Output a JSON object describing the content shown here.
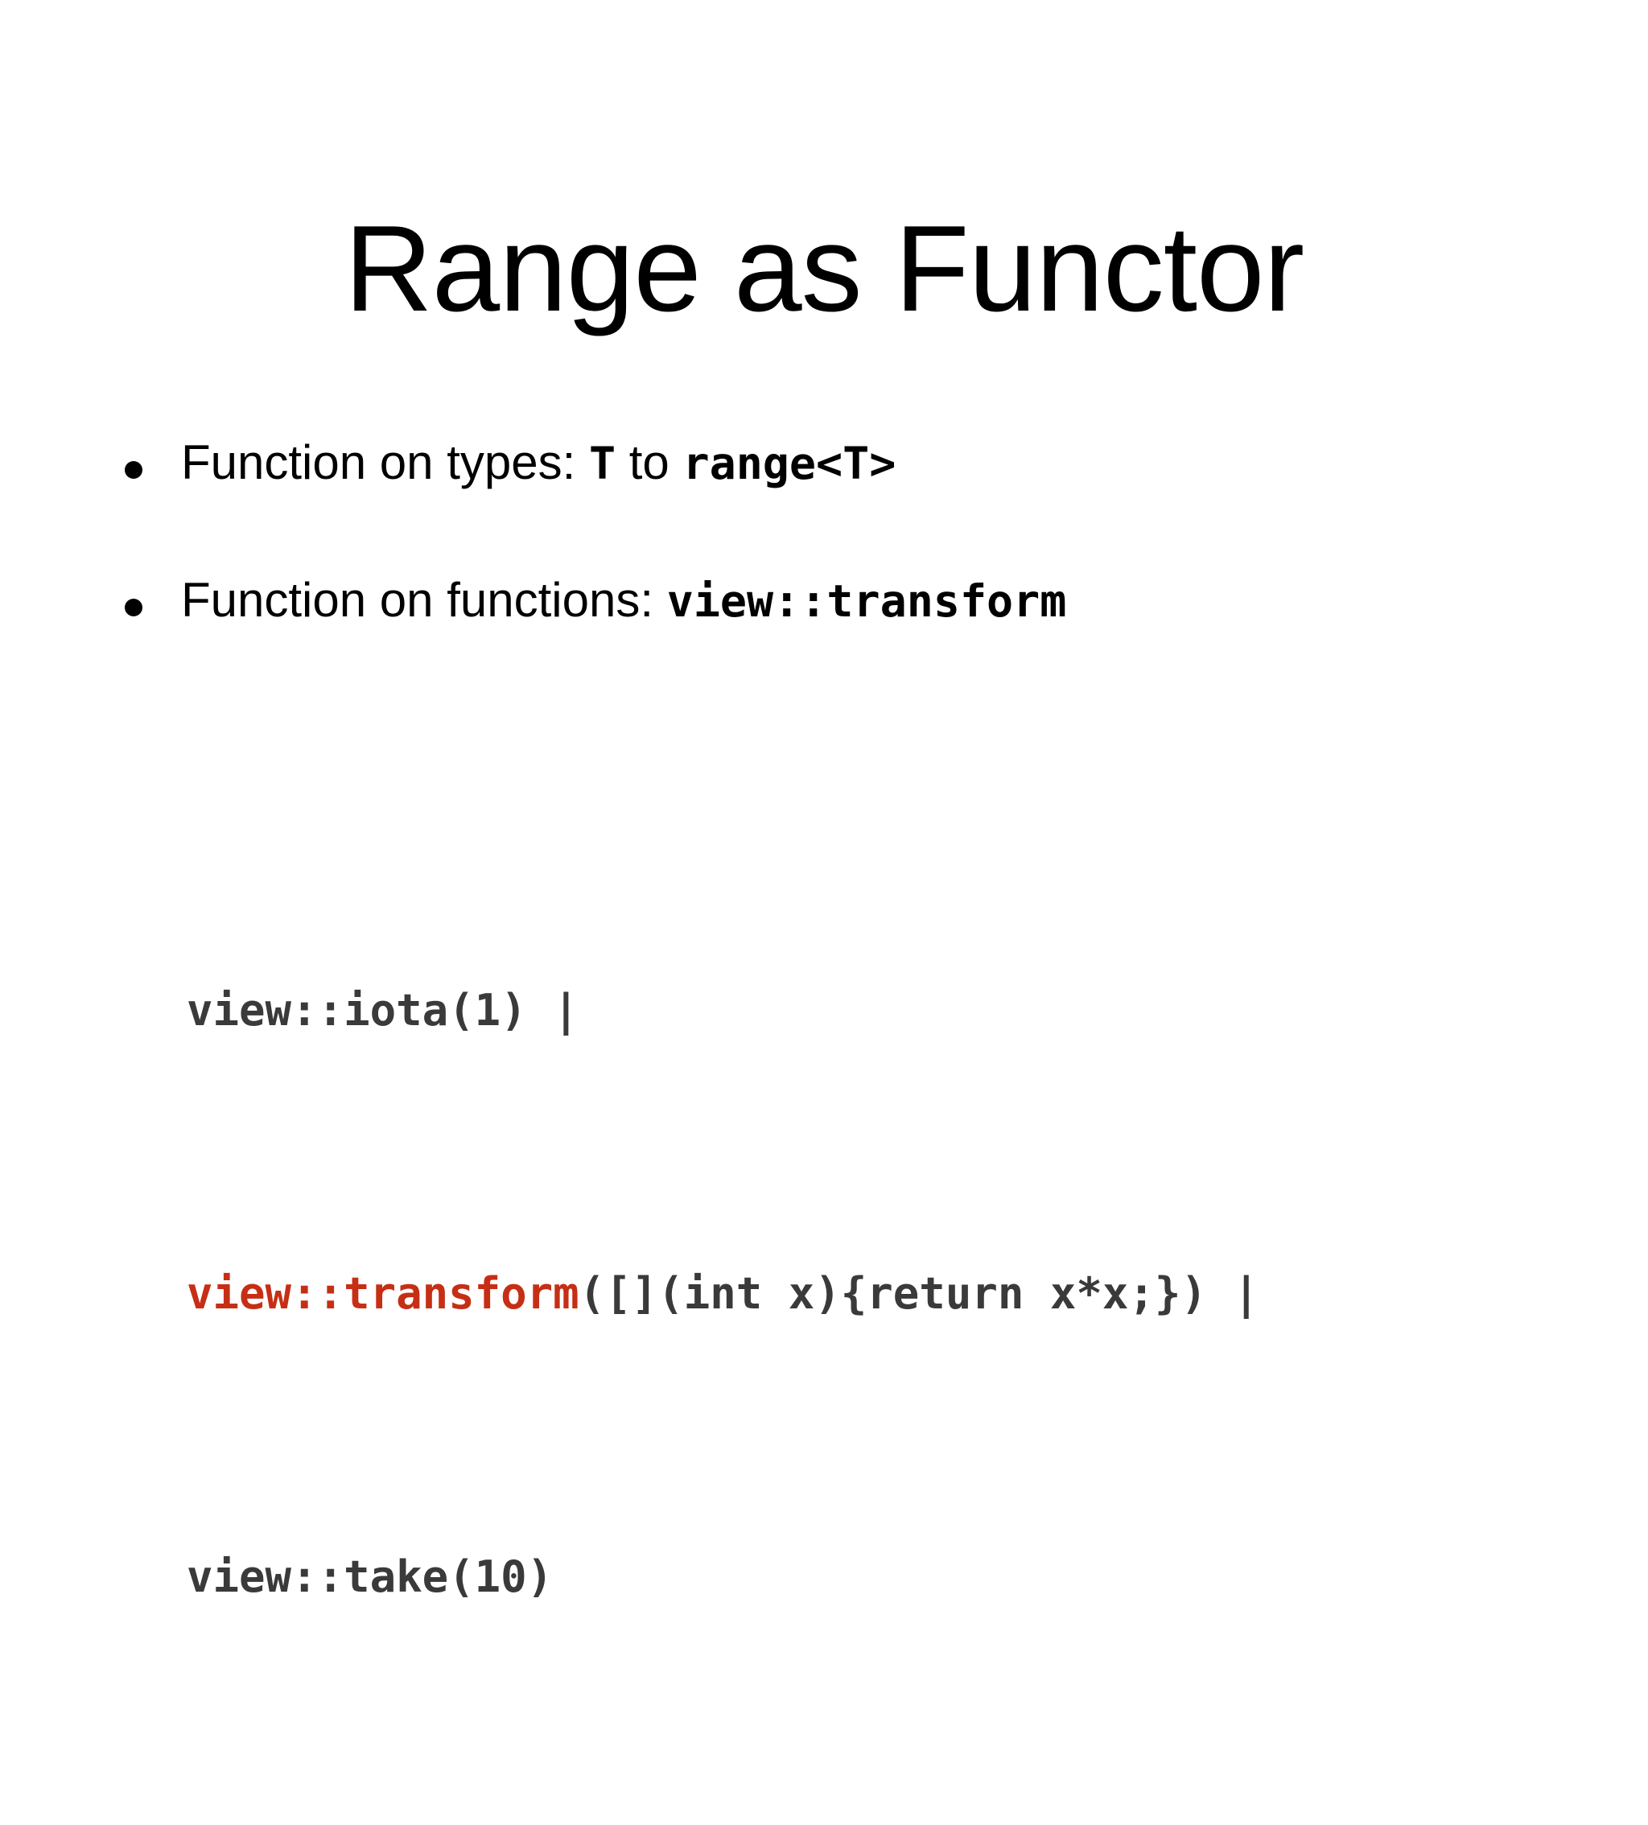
{
  "slide": {
    "title": "Range as Functor",
    "background_color": "#ffffff",
    "text_color": "#000000"
  },
  "bullets": [
    {
      "marker": "bullet-dot",
      "prefix": "Function on types: ",
      "code_1": "T",
      "middle": " to ",
      "code_2": "range<T>",
      "suffix": ""
    },
    {
      "marker": "bullet-dot",
      "prefix": "Function on functions: ",
      "code_1": "view::transform",
      "middle": "",
      "code_2": "",
      "suffix": ""
    }
  ],
  "code_block": {
    "accent_color": "#c62f15",
    "base_color": "#3a3a3a",
    "lines": [
      {
        "plain_before": "view::iota(1) |",
        "accent": "",
        "plain_after": ""
      },
      {
        "plain_before": "",
        "accent": "view::transform",
        "plain_after": "([](int x){return x*x;}) |"
      },
      {
        "plain_before": "view::take(10)",
        "accent": "",
        "plain_after": ""
      }
    ]
  }
}
